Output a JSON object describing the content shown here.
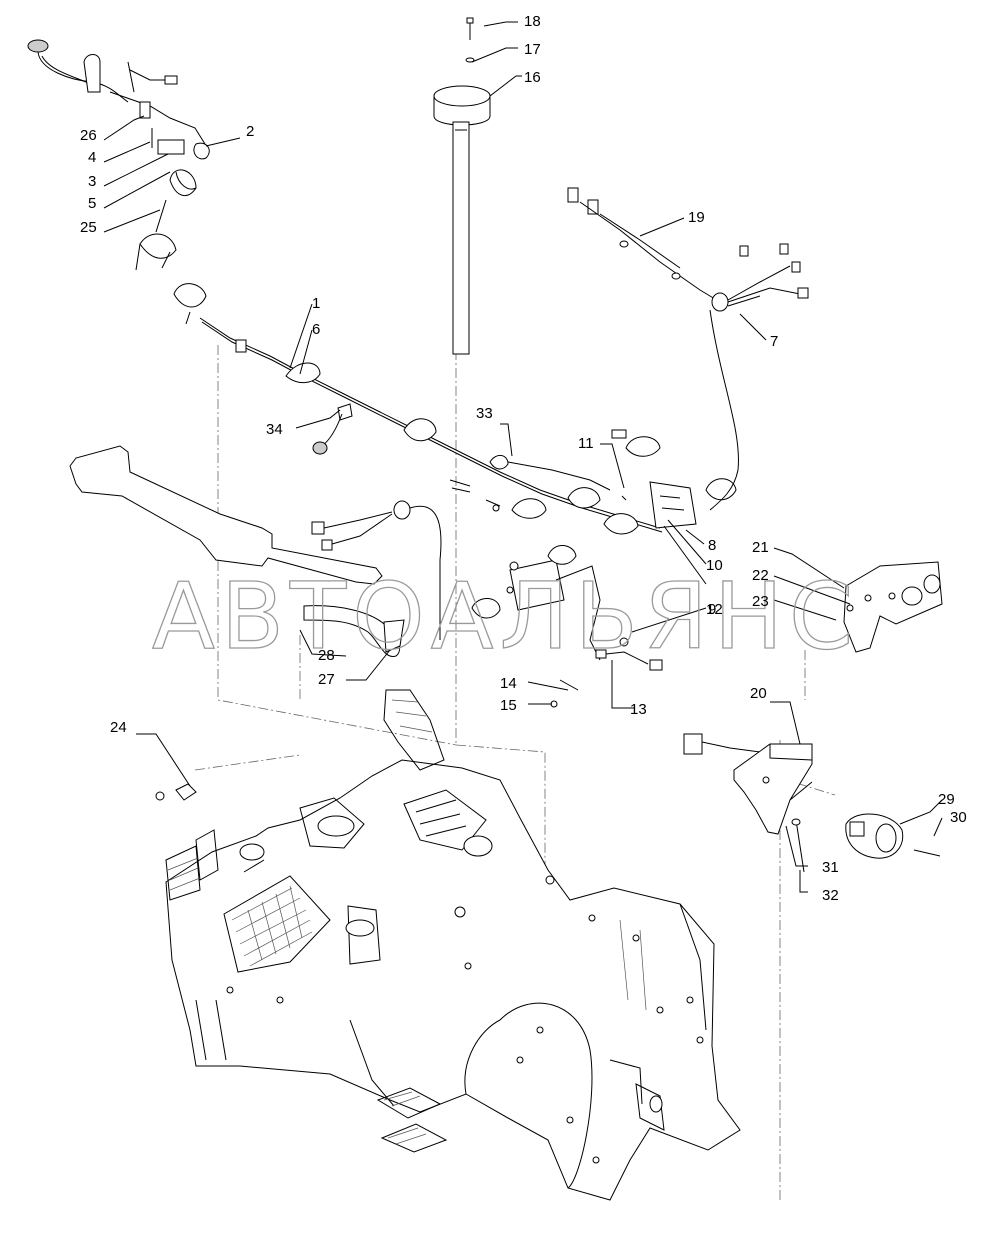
{
  "watermark": "АВТОАЛЬЯНС",
  "callouts": [
    "1",
    "2",
    "3",
    "4",
    "5",
    "6",
    "7",
    "8",
    "9",
    "10",
    "11",
    "12",
    "13",
    "14",
    "15",
    "16",
    "17",
    "18",
    "19",
    "20",
    "21",
    "22",
    "23",
    "24",
    "25",
    "26",
    "27",
    "28",
    "29",
    "30",
    "31",
    "32",
    "33",
    "34"
  ]
}
